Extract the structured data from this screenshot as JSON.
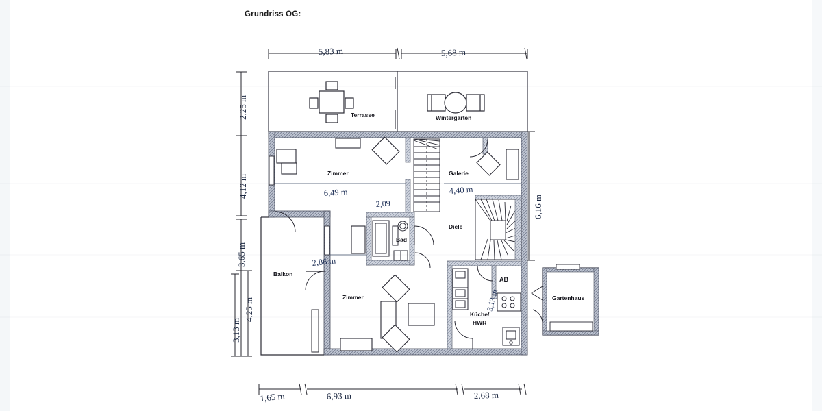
{
  "document": {
    "title": "Grundriss OG:",
    "kind": "scanned-architectural-floor-plan",
    "ink_color": "#1d1d24",
    "wall_hatch_color": "#8f96a8",
    "paper_color": "#ffffff"
  },
  "rooms": [
    {
      "id": "terrasse",
      "label": "Terrasse"
    },
    {
      "id": "wintergarten",
      "label": "Wintergarten"
    },
    {
      "id": "zimmer-og",
      "label": "Zimmer"
    },
    {
      "id": "galerie",
      "label": "Galerie"
    },
    {
      "id": "bad",
      "label": "Bad"
    },
    {
      "id": "diele",
      "label": "Diele"
    },
    {
      "id": "balkon",
      "label": "Balkon"
    },
    {
      "id": "zimmer-ug",
      "label": "Zimmer"
    },
    {
      "id": "kueche-hwr",
      "label": "Küche/ HWR"
    },
    {
      "id": "kueche-line1",
      "label": "Küche/"
    },
    {
      "id": "kueche-line2",
      "label": "HWR"
    },
    {
      "id": "ab",
      "label": "AB"
    },
    {
      "id": "gartenhaus",
      "label": "Gartenhaus"
    }
  ],
  "dimensions": {
    "top": [
      {
        "id": "top-left",
        "value": "5,83 m"
      },
      {
        "id": "top-right",
        "value": "5,68 m"
      }
    ],
    "left": [
      {
        "id": "left-1",
        "value": "2,25 m"
      },
      {
        "id": "left-2",
        "value": "4,12 m"
      },
      {
        "id": "left-3",
        "value": "3,65 m"
      },
      {
        "id": "left-4",
        "value": "4,25 m"
      },
      {
        "id": "left-5",
        "value": "3,13 m"
      }
    ],
    "right": [
      {
        "id": "right-1",
        "value": "6,16 m"
      }
    ],
    "bottom": [
      {
        "id": "bottom-1",
        "value": "1,65 m"
      },
      {
        "id": "bottom-2",
        "value": "6,93 m"
      },
      {
        "id": "bottom-3",
        "value": "2,68 m"
      }
    ],
    "interior": [
      {
        "id": "int-zimmer",
        "value": "6,49 m"
      },
      {
        "id": "int-galerie",
        "value": "4,40 m"
      },
      {
        "id": "int-bad",
        "value": "2,09"
      },
      {
        "id": "int-balkon",
        "value": "2,86 m"
      },
      {
        "id": "int-kueche",
        "value": "3,13 m"
      }
    ]
  },
  "fixtures": [
    {
      "id": "dining-table",
      "label": "dining table with four chairs"
    },
    {
      "id": "armchair-left",
      "label": "armchair"
    },
    {
      "id": "round-table",
      "label": "round table"
    },
    {
      "id": "armchair-right",
      "label": "armchair"
    },
    {
      "id": "stair-straight",
      "label": "straight staircase"
    },
    {
      "id": "stair-winder",
      "label": "winder staircase"
    },
    {
      "id": "bathtub",
      "label": "bathtub"
    },
    {
      "id": "washbasin",
      "label": "washbasin"
    },
    {
      "id": "toilet",
      "label": "toilet"
    },
    {
      "id": "sofa",
      "label": "sofa"
    },
    {
      "id": "coffee-table",
      "label": "coffee table"
    },
    {
      "id": "stove",
      "label": "stove"
    },
    {
      "id": "sink",
      "label": "sink"
    },
    {
      "id": "fridge",
      "label": "fridge"
    },
    {
      "id": "washer",
      "label": "washing machine"
    },
    {
      "id": "dryer",
      "label": "dryer"
    }
  ]
}
